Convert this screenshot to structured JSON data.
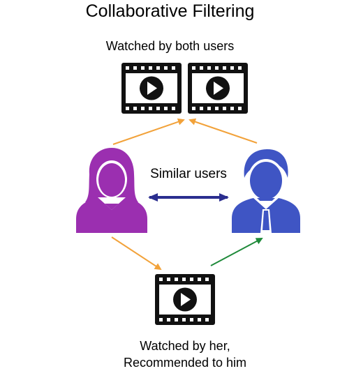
{
  "title": "Collaborative Filtering",
  "top_caption": "Watched by both users",
  "similar_label": "Similar users",
  "bottom_caption_line1": "Watched by her,",
  "bottom_caption_line2": "Recommended to him",
  "icons": {
    "video": "video-film-icon",
    "woman": "woman-user-icon",
    "man": "man-user-icon"
  },
  "colors": {
    "woman": "#9b2fb0",
    "man": "#3f55c4",
    "similar_arrow": "#2b2e8f",
    "watched_arrow": "#f2a23a",
    "recommend_arrow": "#1f8a3a"
  }
}
